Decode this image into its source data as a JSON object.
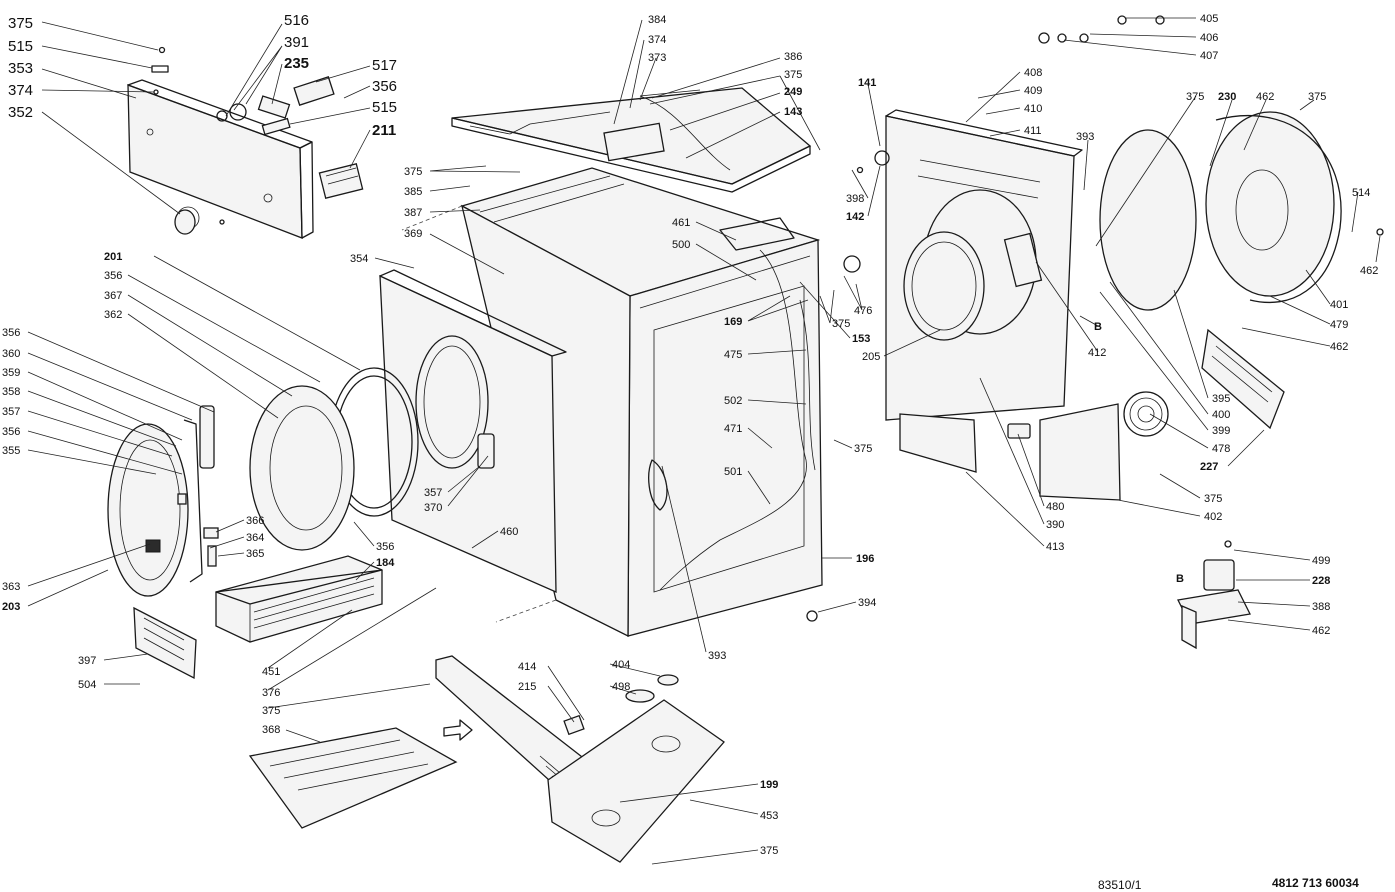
{
  "diagram": {
    "labels": [
      {
        "id": "l0",
        "text": "375",
        "style": "l"
      },
      {
        "id": "l1",
        "text": "515",
        "style": "l"
      },
      {
        "id": "l2",
        "text": "353",
        "style": "l"
      },
      {
        "id": "l3",
        "text": "374",
        "style": "l"
      },
      {
        "id": "l4",
        "text": "352",
        "style": "l"
      },
      {
        "id": "l5",
        "text": "516",
        "style": "l"
      },
      {
        "id": "l6",
        "text": "391",
        "style": "l"
      },
      {
        "id": "l7",
        "text": "235",
        "style": "lb"
      },
      {
        "id": "l8",
        "text": "517",
        "style": "l"
      },
      {
        "id": "l9",
        "text": "356",
        "style": "l"
      },
      {
        "id": "l10",
        "text": "515",
        "style": "l"
      },
      {
        "id": "l11",
        "text": "211",
        "style": "lb"
      },
      {
        "id": "l12",
        "text": "384",
        "style": "n"
      },
      {
        "id": "l13",
        "text": "374",
        "style": "n"
      },
      {
        "id": "l14",
        "text": "373",
        "style": "n"
      },
      {
        "id": "l15",
        "text": "386",
        "style": "n"
      },
      {
        "id": "l16",
        "text": "375",
        "style": "n"
      },
      {
        "id": "l17",
        "text": "249",
        "style": "b"
      },
      {
        "id": "l18",
        "text": "143",
        "style": "b"
      },
      {
        "id": "l19",
        "text": "375",
        "style": "n"
      },
      {
        "id": "l20",
        "text": "385",
        "style": "n"
      },
      {
        "id": "l21",
        "text": "387",
        "style": "n"
      },
      {
        "id": "l22",
        "text": "369",
        "style": "n"
      },
      {
        "id": "l23",
        "text": "461",
        "style": "n"
      },
      {
        "id": "l24",
        "text": "500",
        "style": "n"
      },
      {
        "id": "l25",
        "text": "354",
        "style": "n"
      },
      {
        "id": "l26",
        "text": "201",
        "style": "b"
      },
      {
        "id": "l27",
        "text": "356",
        "style": "n"
      },
      {
        "id": "l28",
        "text": "367",
        "style": "n"
      },
      {
        "id": "l29",
        "text": "362",
        "style": "n"
      },
      {
        "id": "l30",
        "text": "356",
        "style": "n"
      },
      {
        "id": "l31",
        "text": "360",
        "style": "n"
      },
      {
        "id": "l32",
        "text": "359",
        "style": "n"
      },
      {
        "id": "l33",
        "text": "358",
        "style": "n"
      },
      {
        "id": "l34",
        "text": "357",
        "style": "n"
      },
      {
        "id": "l35",
        "text": "356",
        "style": "n"
      },
      {
        "id": "l36",
        "text": "355",
        "style": "n"
      },
      {
        "id": "l37",
        "text": "169",
        "style": "b"
      },
      {
        "id": "l38",
        "text": "475",
        "style": "n"
      },
      {
        "id": "l39",
        "text": "502",
        "style": "n"
      },
      {
        "id": "l40",
        "text": "471",
        "style": "n"
      },
      {
        "id": "l41",
        "text": "501",
        "style": "n"
      },
      {
        "id": "l42",
        "text": "375",
        "style": "n"
      },
      {
        "id": "l43",
        "text": "153",
        "style": "b"
      },
      {
        "id": "l44",
        "text": "476",
        "style": "n"
      },
      {
        "id": "l45",
        "text": "375",
        "style": "n"
      },
      {
        "id": "l46",
        "text": "357",
        "style": "n"
      },
      {
        "id": "l47",
        "text": "370",
        "style": "n"
      },
      {
        "id": "l48",
        "text": "366",
        "style": "n"
      },
      {
        "id": "l49",
        "text": "364",
        "style": "n"
      },
      {
        "id": "l50",
        "text": "365",
        "style": "n"
      },
      {
        "id": "l51",
        "text": "356",
        "style": "n"
      },
      {
        "id": "l52",
        "text": "184",
        "style": "b"
      },
      {
        "id": "l53",
        "text": "460",
        "style": "n"
      },
      {
        "id": "l54",
        "text": "196",
        "style": "b"
      },
      {
        "id": "l55",
        "text": "363",
        "style": "n"
      },
      {
        "id": "l56",
        "text": "203",
        "style": "b"
      },
      {
        "id": "l57",
        "text": "397",
        "style": "n"
      },
      {
        "id": "l58",
        "text": "504",
        "style": "n"
      },
      {
        "id": "l59",
        "text": "451",
        "style": "n"
      },
      {
        "id": "l60",
        "text": "376",
        "style": "n"
      },
      {
        "id": "l61",
        "text": "375",
        "style": "n"
      },
      {
        "id": "l62",
        "text": "393",
        "style": "n"
      },
      {
        "id": "l63",
        "text": "394",
        "style": "n"
      },
      {
        "id": "l64",
        "text": "414",
        "style": "n"
      },
      {
        "id": "l65",
        "text": "215",
        "style": "n"
      },
      {
        "id": "l66",
        "text": "404",
        "style": "n"
      },
      {
        "id": "l67",
        "text": "498",
        "style": "n"
      },
      {
        "id": "l68",
        "text": "368",
        "style": "n"
      },
      {
        "id": "l69",
        "text": "199",
        "style": "b"
      },
      {
        "id": "l70",
        "text": "453",
        "style": "n"
      },
      {
        "id": "l71",
        "text": "375",
        "style": "n"
      },
      {
        "id": "l72",
        "text": "141",
        "style": "b"
      },
      {
        "id": "l73",
        "text": "398",
        "style": "n"
      },
      {
        "id": "l74",
        "text": "142",
        "style": "b"
      },
      {
        "id": "l75",
        "text": "405",
        "style": "n"
      },
      {
        "id": "l76",
        "text": "406",
        "style": "n"
      },
      {
        "id": "l77",
        "text": "407",
        "style": "n"
      },
      {
        "id": "l78",
        "text": "408",
        "style": "n"
      },
      {
        "id": "l79",
        "text": "409",
        "style": "n"
      },
      {
        "id": "l80",
        "text": "410",
        "style": "n"
      },
      {
        "id": "l81",
        "text": "411",
        "style": "n"
      },
      {
        "id": "l82",
        "text": "393",
        "style": "n"
      },
      {
        "id": "l83",
        "text": "375",
        "style": "n"
      },
      {
        "id": "l84",
        "text": "230",
        "style": "b"
      },
      {
        "id": "l85",
        "text": "462",
        "style": "n"
      },
      {
        "id": "l86",
        "text": "375",
        "style": "n"
      },
      {
        "id": "l87",
        "text": "514",
        "style": "n"
      },
      {
        "id": "l88",
        "text": "462",
        "style": "n"
      },
      {
        "id": "l89",
        "text": "401",
        "style": "n"
      },
      {
        "id": "l90",
        "text": "479",
        "style": "n"
      },
      {
        "id": "l91",
        "text": "462",
        "style": "n"
      },
      {
        "id": "l92",
        "text": "B",
        "style": "b"
      },
      {
        "id": "l93",
        "text": "412",
        "style": "n"
      },
      {
        "id": "l94",
        "text": "205",
        "style": "n"
      },
      {
        "id": "l95",
        "text": "395",
        "style": "n"
      },
      {
        "id": "l96",
        "text": "400",
        "style": "n"
      },
      {
        "id": "l97",
        "text": "399",
        "style": "n"
      },
      {
        "id": "l98",
        "text": "478",
        "style": "n"
      },
      {
        "id": "l99",
        "text": "227",
        "style": "b"
      },
      {
        "id": "l100",
        "text": "375",
        "style": "n"
      },
      {
        "id": "l101",
        "text": "480",
        "style": "n"
      },
      {
        "id": "l102",
        "text": "390",
        "style": "n"
      },
      {
        "id": "l103",
        "text": "402",
        "style": "n"
      },
      {
        "id": "l104",
        "text": "413",
        "style": "n"
      },
      {
        "id": "l105",
        "text": "B",
        "style": "b"
      },
      {
        "id": "l106",
        "text": "499",
        "style": "n"
      },
      {
        "id": "l107",
        "text": "228",
        "style": "b"
      },
      {
        "id": "l108",
        "text": "388",
        "style": "n"
      },
      {
        "id": "l109",
        "text": "462",
        "style": "n"
      }
    ],
    "footer": {
      "drawing_ref": "83510/1",
      "part_number": "4812 713 60034"
    }
  }
}
